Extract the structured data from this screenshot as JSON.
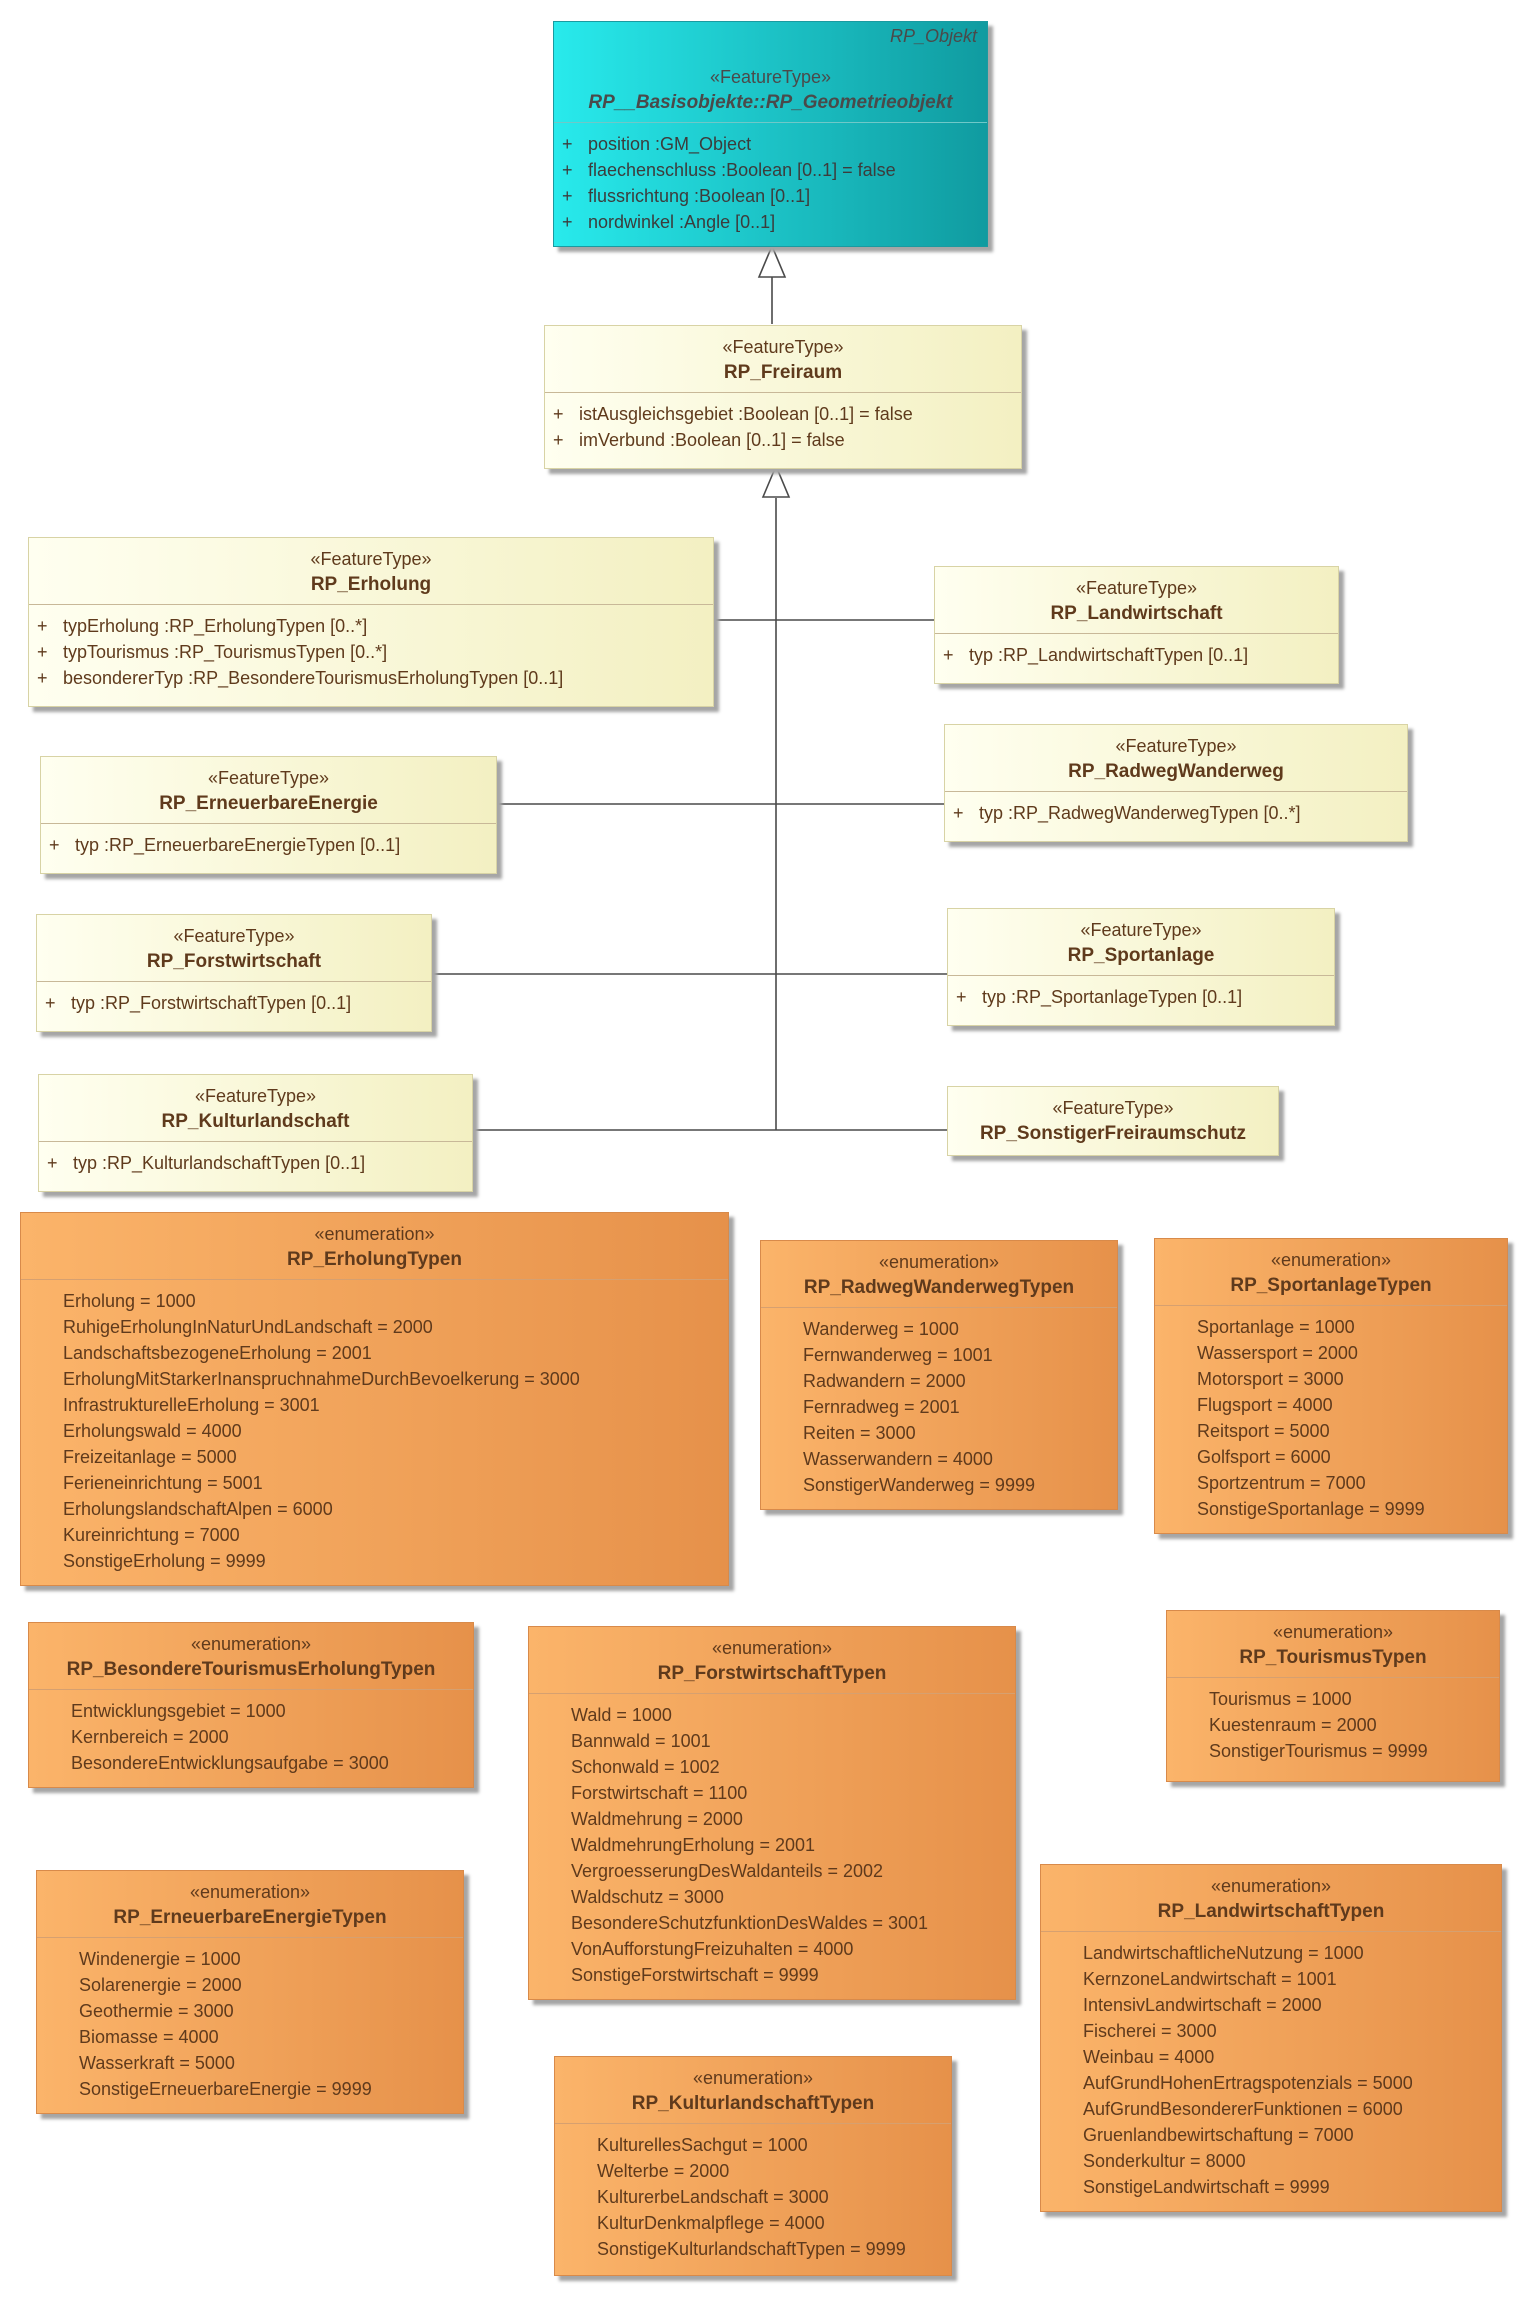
{
  "base": {
    "abstract_label": "RP_Objekt",
    "stereotype": "«FeatureType»",
    "name": "RP__Basisobjekte::RP_Geometrieobjekt",
    "attributes": [
      {
        "vis": "+",
        "text": "position  :GM_Object"
      },
      {
        "vis": "+",
        "text": "flaechenschluss  :Boolean [0..1] = false"
      },
      {
        "vis": "+",
        "text": "flussrichtung  :Boolean [0..1]"
      },
      {
        "vis": "+",
        "text": "nordwinkel  :Angle [0..1]"
      }
    ]
  },
  "freiraum": {
    "stereotype": "«FeatureType»",
    "name": "RP_Freiraum",
    "attributes": [
      {
        "vis": "+",
        "text": "istAusgleichsgebiet  :Boolean [0..1] = false"
      },
      {
        "vis": "+",
        "text": "imVerbund  :Boolean [0..1] = false"
      }
    ]
  },
  "erholung": {
    "stereotype": "«FeatureType»",
    "name": "RP_Erholung",
    "attributes": [
      {
        "vis": "+",
        "text": "typErholung  :RP_ErholungTypen [0..*]"
      },
      {
        "vis": "+",
        "text": "typTourismus  :RP_TourismusTypen [0..*]"
      },
      {
        "vis": "+",
        "text": "besondererTyp  :RP_BesondereTourismusErholungTypen [0..1]"
      }
    ]
  },
  "landwirtschaft": {
    "stereotype": "«FeatureType»",
    "name": "RP_Landwirtschaft",
    "attributes": [
      {
        "vis": "+",
        "text": "typ  :RP_LandwirtschaftTypen [0..1]"
      }
    ]
  },
  "erneuerbare": {
    "stereotype": "«FeatureType»",
    "name": "RP_ErneuerbareEnergie",
    "attributes": [
      {
        "vis": "+",
        "text": "typ  :RP_ErneuerbareEnergieTypen [0..1]"
      }
    ]
  },
  "radweg": {
    "stereotype": "«FeatureType»",
    "name": "RP_RadwegWanderweg",
    "attributes": [
      {
        "vis": "+",
        "text": "typ  :RP_RadwegWanderwegTypen [0..*]"
      }
    ]
  },
  "forst": {
    "stereotype": "«FeatureType»",
    "name": "RP_Forstwirtschaft",
    "attributes": [
      {
        "vis": "+",
        "text": "typ  :RP_ForstwirtschaftTypen [0..1]"
      }
    ]
  },
  "sport": {
    "stereotype": "«FeatureType»",
    "name": "RP_Sportanlage",
    "attributes": [
      {
        "vis": "+",
        "text": "typ  :RP_SportanlageTypen [0..1]"
      }
    ]
  },
  "kultur": {
    "stereotype": "«FeatureType»",
    "name": "RP_Kulturlandschaft",
    "attributes": [
      {
        "vis": "+",
        "text": "typ  :RP_KulturlandschaftTypen [0..1]"
      }
    ]
  },
  "sonstiger": {
    "stereotype": "«FeatureType»",
    "name": "RP_SonstigerFreiraumschutz"
  },
  "enum_erholung": {
    "stereotype": "«enumeration»",
    "name": "RP_ErholungTypen",
    "literals": [
      "Erholung = 1000",
      "RuhigeErholungInNaturUndLandschaft = 2000",
      "LandschaftsbezogeneErholung = 2001",
      "ErholungMitStarkerInanspruchnahmeDurchBevoelkerung = 3000",
      "InfrastrukturelleErholung = 3001",
      "Erholungswald = 4000",
      "Freizeitanlage = 5000",
      "Ferieneinrichtung = 5001",
      "ErholungslandschaftAlpen = 6000",
      "Kureinrichtung = 7000",
      "SonstigeErholung = 9999"
    ]
  },
  "enum_radweg": {
    "stereotype": "«enumeration»",
    "name": "RP_RadwegWanderwegTypen",
    "literals": [
      "Wanderweg = 1000",
      "Fernwanderweg = 1001",
      "Radwandern = 2000",
      "Fernradweg = 2001",
      "Reiten = 3000",
      "Wasserwandern = 4000",
      "SonstigerWanderweg = 9999"
    ]
  },
  "enum_sport": {
    "stereotype": "«enumeration»",
    "name": "RP_SportanlageTypen",
    "literals": [
      "Sportanlage = 1000",
      "Wassersport = 2000",
      "Motorsport = 3000",
      "Flugsport = 4000",
      "Reitsport = 5000",
      "Golfsport = 6000",
      "Sportzentrum = 7000",
      "SonstigeSportanlage = 9999"
    ]
  },
  "enum_besondere": {
    "stereotype": "«enumeration»",
    "name": "RP_BesondereTourismusErholungTypen",
    "literals": [
      "Entwicklungsgebiet = 1000",
      "Kernbereich = 2000",
      "BesondereEntwicklungsaufgabe = 3000"
    ]
  },
  "enum_forst": {
    "stereotype": "«enumeration»",
    "name": "RP_ForstwirtschaftTypen",
    "literals": [
      "Wald = 1000",
      "Bannwald = 1001",
      "Schonwald = 1002",
      "Forstwirtschaft = 1100",
      "Waldmehrung = 2000",
      "WaldmehrungErholung = 2001",
      "VergroesserungDesWaldanteils = 2002",
      "Waldschutz = 3000",
      "BesondereSchutzfunktionDesWaldes = 3001",
      "VonAufforstungFreizuhalten = 4000",
      "SonstigeForstwirtschaft = 9999"
    ]
  },
  "enum_tourismus": {
    "stereotype": "«enumeration»",
    "name": "RP_TourismusTypen",
    "literals": [
      "Tourismus = 1000",
      "Kuestenraum = 2000",
      "SonstigerTourismus = 9999"
    ]
  },
  "enum_erneuerbare": {
    "stereotype": "«enumeration»",
    "name": "RP_ErneuerbareEnergieTypen",
    "literals": [
      "Windenergie = 1000",
      "Solarenergie = 2000",
      "Geothermie = 3000",
      "Biomasse = 4000",
      "Wasserkraft = 5000",
      "SonstigeErneuerbareEnergie = 9999"
    ]
  },
  "enum_landwirtschaft": {
    "stereotype": "«enumeration»",
    "name": "RP_LandwirtschaftTypen",
    "literals": [
      "LandwirtschaftlicheNutzung = 1000",
      "KernzoneLandwirtschaft = 1001",
      "IntensivLandwirtschaft = 2000",
      "Fischerei = 3000",
      "Weinbau = 4000",
      "AufGrundHohenErtragspotenzials = 5000",
      "AufGrundBesondererFunktionen = 6000",
      "Gruenlandbewirtschaftung = 7000",
      "Sonderkultur = 8000",
      "SonstigeLandwirtschaft = 9999"
    ]
  },
  "enum_kultur": {
    "stereotype": "«enumeration»",
    "name": "RP_KulturlandschaftTypen",
    "literals": [
      "KulturellesSachgut = 1000",
      "Welterbe = 2000",
      "KulturerbeLandschaft = 3000",
      "KulturDenkmalpflege = 4000",
      "SonstigeKulturlandschaftTypen = 9999"
    ]
  }
}
